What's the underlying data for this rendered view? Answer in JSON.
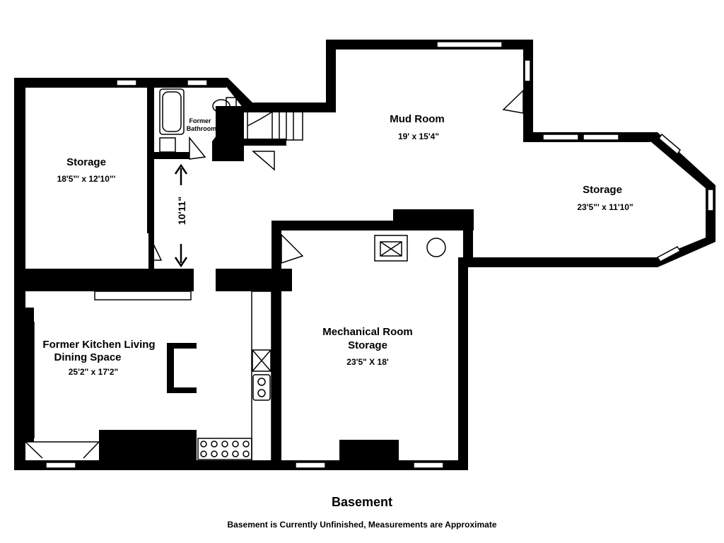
{
  "floor_title": "Basement",
  "floor_note": "Basement is Currently Unfinished, Measurements are Approximate",
  "rooms": {
    "storage_left": {
      "name": "Storage",
      "dims": "18'5\"' x 12'10\"'"
    },
    "former_bathroom": {
      "line1": "Former",
      "line2": "Bathroom"
    },
    "mud_room": {
      "name": "Mud Room",
      "dims": "19' x 15'4\""
    },
    "storage_right": {
      "name": "Storage",
      "dims": "23'5\"' x 11'10\""
    },
    "former_kitchen": {
      "line1": "Former Kitchen Living",
      "line2": "Dining Space",
      "dims": "25'2\" x 17'2\""
    },
    "mechanical": {
      "line1": "Mechanical Room",
      "line2": "Storage",
      "dims": "23'5\" X 18'"
    }
  },
  "hall_dimension": "10'11\""
}
